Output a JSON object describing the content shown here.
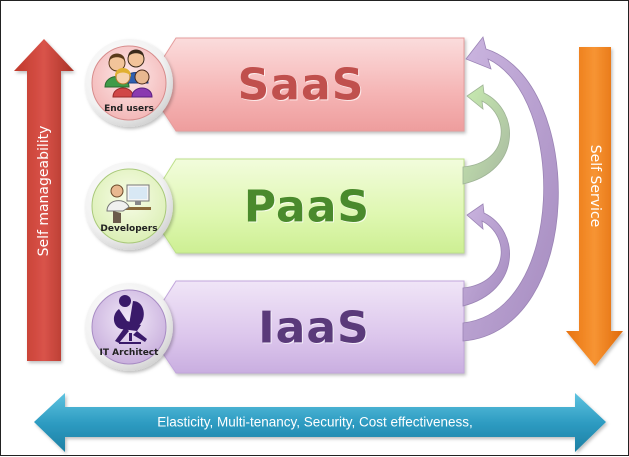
{
  "diagram": {
    "left_arrow_label": "Self manageability",
    "right_arrow_label": "Self Service",
    "bottom_arrow_label": "Elasticity, Multi-tenancy, Security, Cost effectiveness,",
    "layers": [
      {
        "name": "SaaS",
        "role": "End users",
        "name_color": "#c0504d",
        "icon": "end-users-icon"
      },
      {
        "name": "PaaS",
        "role": "Developers",
        "name_color": "#4a8a2c",
        "icon": "developer-icon"
      },
      {
        "name": "IaaS",
        "role": "IT Architect",
        "name_color": "#5a3a7a",
        "icon": "architect-icon"
      }
    ]
  }
}
